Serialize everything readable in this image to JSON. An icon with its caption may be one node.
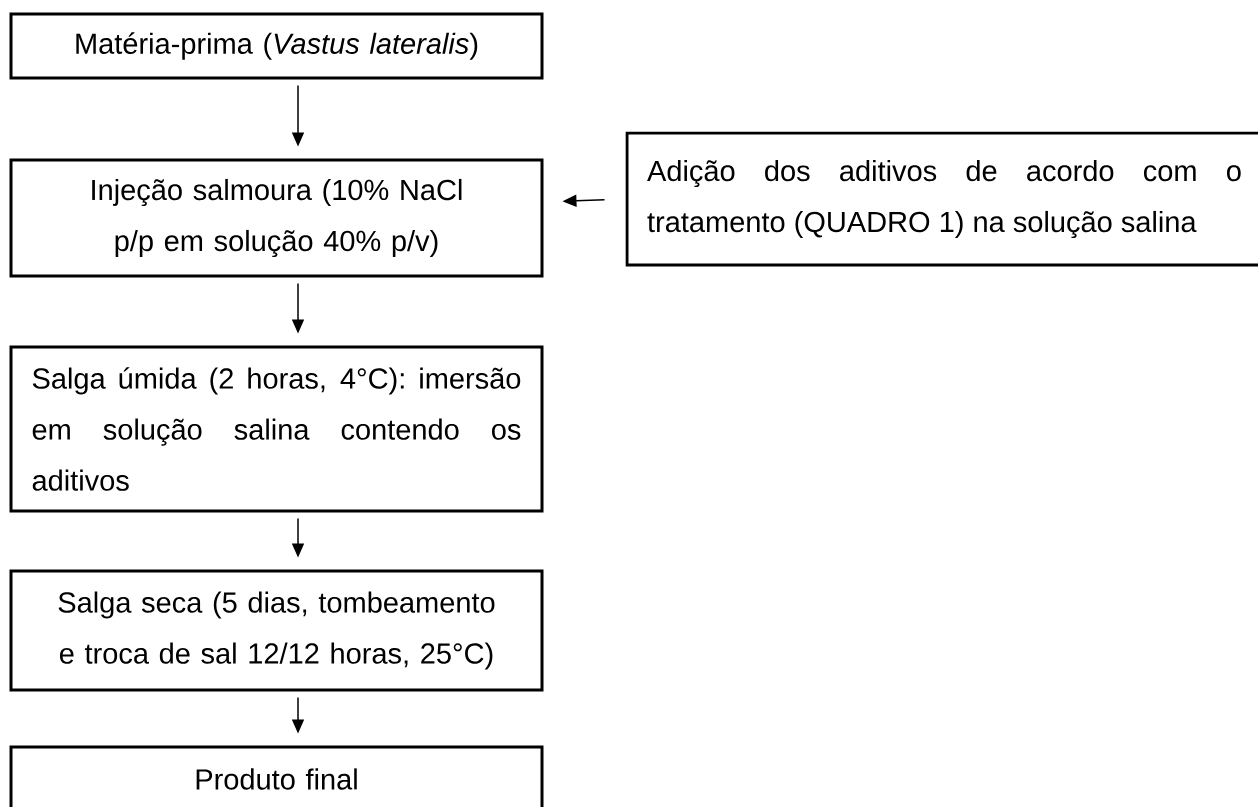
{
  "diagram": {
    "nodes": [
      {
        "text": [
          "Matéria-prima (*Vastus lateralis*)"
        ]
      },
      {
        "text": [
          "Injeção salmoura (10% NaCl p/p em solução 40% p/v)"
        ]
      },
      {
        "text": [
          "Salga úmida (2 horas, 4°C): imersão em solução salina contendo os aditivos"
        ]
      },
      {
        "text": [
          "Salga seca (5 dias, tombeamento e troca de sal 12/12 horas, 25°C)"
        ]
      },
      {
        "text": [
          "Produto final"
        ]
      },
      {
        "text": [
          "Adição dos aditivos de acordo com o tratamento (QUADRO 1) na solução salina"
        ]
      }
    ],
    "edges": [
      {
        "from": 0,
        "to": 1,
        "arrow": "to"
      },
      {
        "from": 5,
        "to": 1,
        "arrow": "to"
      },
      {
        "from": 1,
        "to": 2,
        "arrow": "to"
      },
      {
        "from": 2,
        "to": 3,
        "arrow": "to"
      },
      {
        "from": 3,
        "to": 4,
        "arrow": "to"
      }
    ]
  }
}
